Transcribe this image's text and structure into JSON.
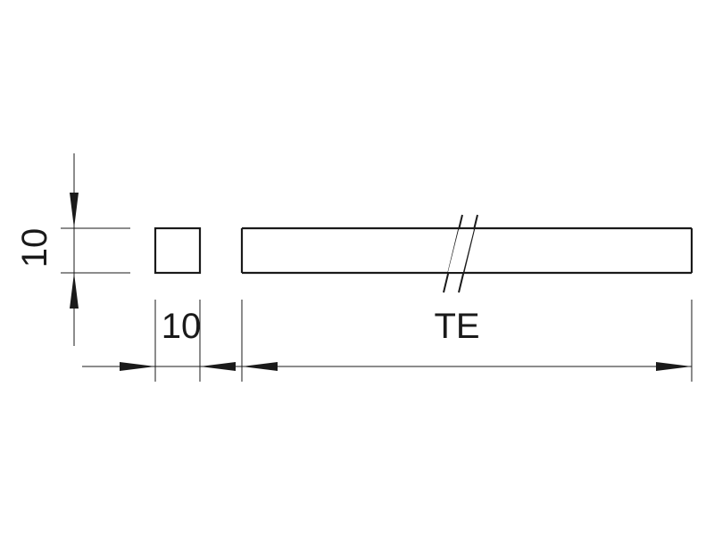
{
  "labels": {
    "height_dim": "10",
    "width_dim": "10",
    "length_dim": "TE"
  },
  "colors": {
    "line": "#1a1a1a",
    "background": "#ffffff"
  }
}
